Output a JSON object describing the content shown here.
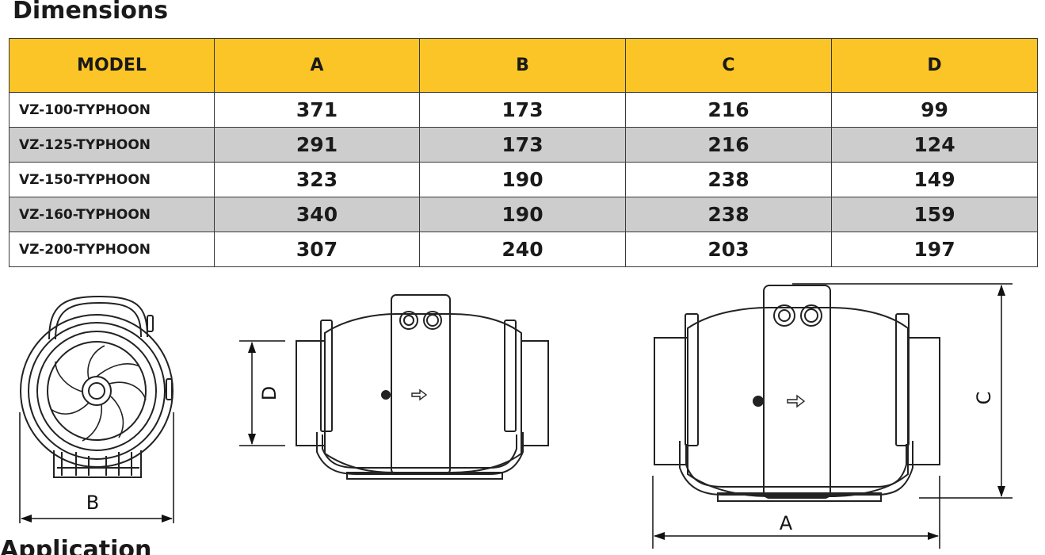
{
  "page": {
    "title": "Dimensions",
    "next_section_title": "Application"
  },
  "table": {
    "headers": [
      "MODEL",
      "A",
      "B",
      "C",
      "D"
    ],
    "rows": [
      {
        "model": "VZ-100-TYPHOON",
        "a": "371",
        "b": "173",
        "c": "216",
        "d": "99"
      },
      {
        "model": "VZ-125-TYPHOON",
        "a": "291",
        "b": "173",
        "c": "216",
        "d": "124"
      },
      {
        "model": "VZ-150-TYPHOON",
        "a": "323",
        "b": "190",
        "c": "238",
        "d": "149"
      },
      {
        "model": "VZ-160-TYPHOON",
        "a": "340",
        "b": "190",
        "c": "238",
        "d": "159"
      },
      {
        "model": "VZ-200-TYPHOON",
        "a": "307",
        "b": "240",
        "c": "203",
        "d": "197"
      }
    ]
  },
  "drawings": {
    "front_view_label": "B",
    "side_view_label": "D",
    "large_view_width_label": "A",
    "large_view_height_label": "C"
  }
}
